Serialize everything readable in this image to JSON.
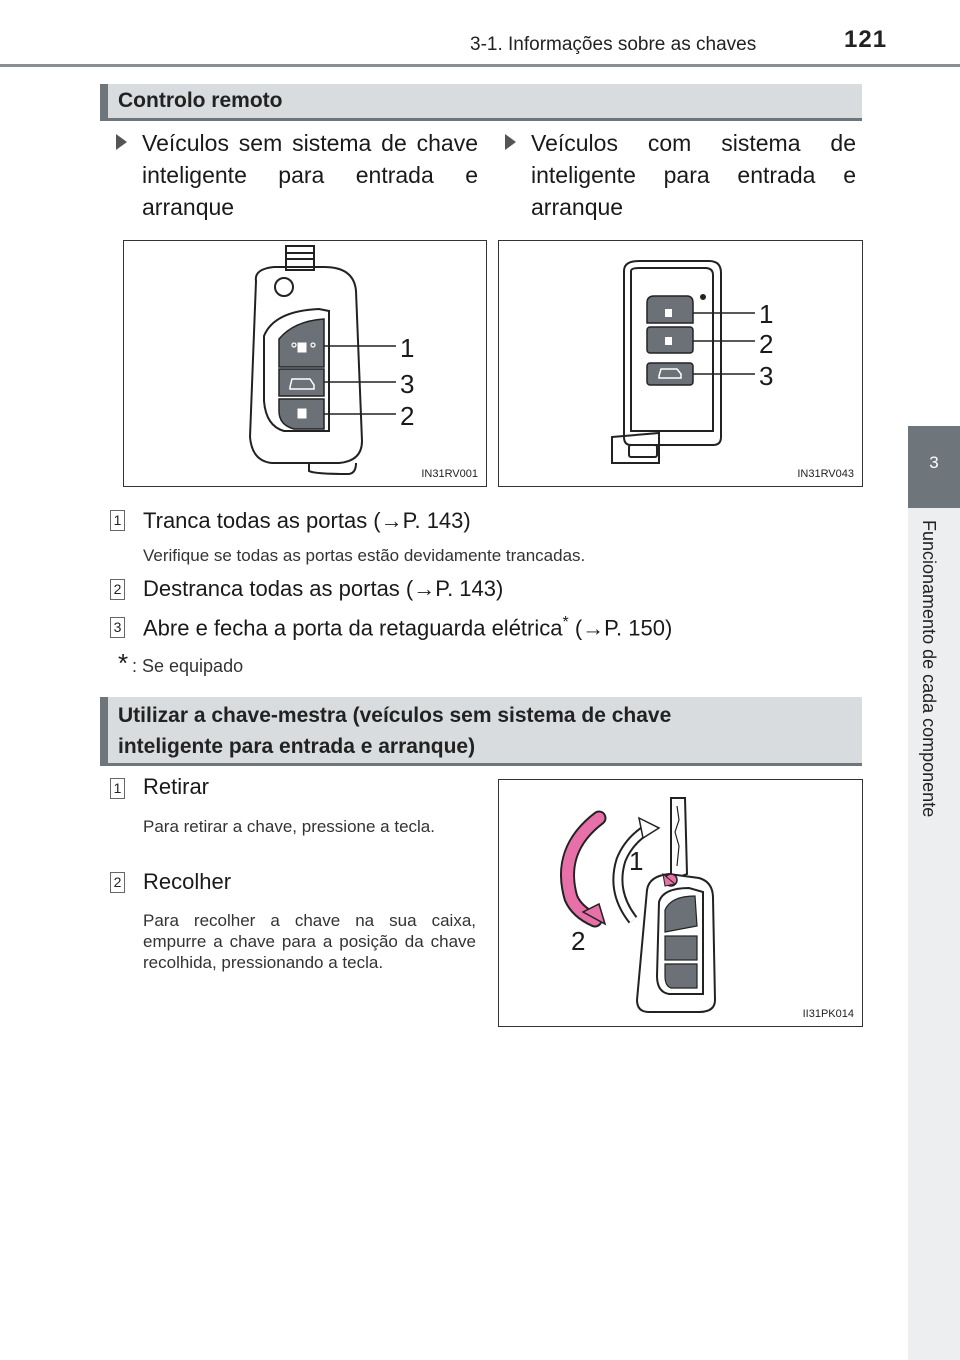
{
  "header": {
    "section_title": "3-1. Informações sobre as chaves",
    "page_number": "121"
  },
  "side_tab": {
    "chapter_number": "3",
    "chapter_title": "Funcionamento de cada componente"
  },
  "section1": {
    "heading": "Controlo remoto",
    "col_left": "Veículos sem sistema de chave inteligente para entrada e arranque",
    "col_right": "Veículos com sistema de inteligente para entrada e arranque",
    "fig_left_code": "IN31RV001",
    "fig_right_code": "IN31RV043",
    "fig_left_callouts": [
      "1",
      "3",
      "2"
    ],
    "fig_right_callouts": [
      "1",
      "2",
      "3"
    ],
    "items": [
      {
        "num": "1",
        "text": "Tranca todas as portas (→P. 143)",
        "note": "Verifique se todas as portas estão devidamente trancadas."
      },
      {
        "num": "2",
        "text": "Destranca todas as portas (→P. 143)"
      },
      {
        "num": "3",
        "text": "Abre e fecha a porta da retaguarda elétrica",
        "ref": " (→P. 150)"
      }
    ],
    "asterisk": "*",
    "footnote": ": Se equipado"
  },
  "section2": {
    "heading_line1": "Utilizar a chave-mestra (veículos sem sistema de chave",
    "heading_line2": "inteligente para entrada e arranque)",
    "fig_code": "II31PK014",
    "fig_callouts": [
      "1",
      "2"
    ],
    "items": [
      {
        "num": "1",
        "title": "Retirar",
        "desc": "Para retirar a chave, pressione a tecla."
      },
      {
        "num": "2",
        "title": "Recolher",
        "desc": "Para recolher a chave na sua caixa, empurre a chave para a posição da chave recolhida, pressionando a tecla."
      }
    ]
  },
  "colors": {
    "heading_bg": "#d9dcde",
    "heading_bar": "#6e757b",
    "arrow_pink": "#e870a8"
  }
}
